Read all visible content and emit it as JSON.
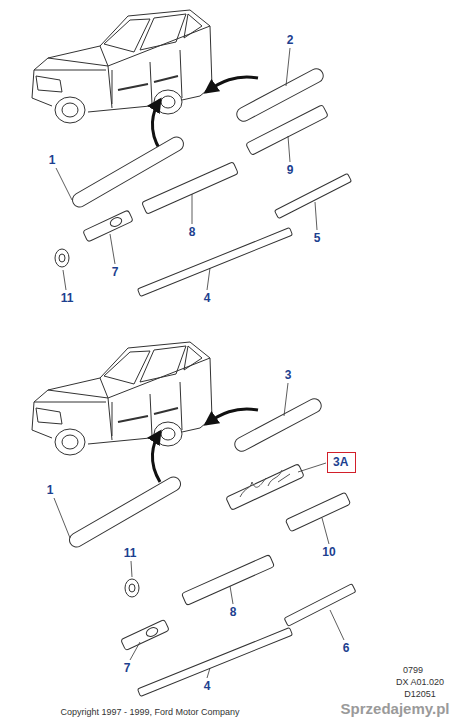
{
  "diagram": {
    "nodes": [
      {
        "text": [
          "3A"
        ]
      }
    ],
    "labels": [
      "2",
      "1",
      "9",
      "8",
      "5",
      "7",
      "11",
      "4",
      "3",
      "1",
      "11",
      "10",
      "8",
      "6",
      "7",
      "4",
      "0799",
      "DX A01.020",
      "D12051",
      "Copyright 1997 - 1999, Ford Motor Company",
      "Sprzedajemy.pl"
    ]
  }
}
